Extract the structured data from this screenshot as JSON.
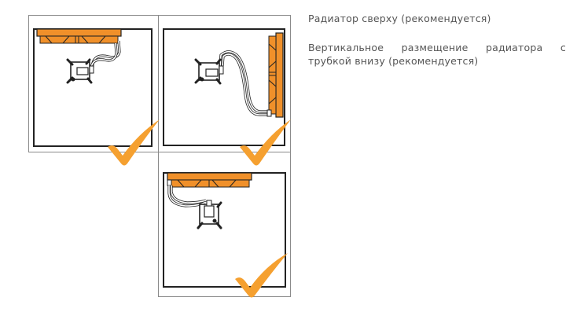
{
  "captions": {
    "top_radiator": "Радиатор сверху (рекомендуется)",
    "vertical_radiator": "Вертикальное размещение радиатора с трубкой внизу (рекомендуется)"
  },
  "diagrams": [
    {
      "id": "top-mount",
      "label": "Radiator top mount",
      "status": "recommended",
      "icon": "checkmark-icon"
    },
    {
      "id": "vertical-mount",
      "label": "Radiator vertical mount, tubes at bottom",
      "status": "recommended",
      "icon": "checkmark-icon"
    },
    {
      "id": "top-mount-tubes-left",
      "label": "Radiator top mount, tubes on left",
      "status": "recommended",
      "icon": "checkmark-icon"
    }
  ],
  "colors": {
    "radiator_orange": "#F0902A",
    "checkmark_orange": "#F5A030",
    "outline": "#2b2b2b",
    "frame": "#8a8a8a",
    "caption_text": "#555555"
  }
}
